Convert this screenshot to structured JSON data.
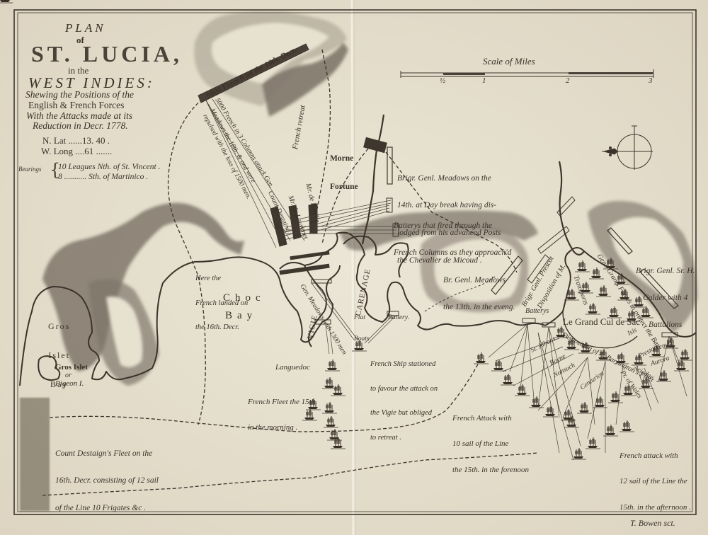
{
  "title": {
    "line1": "PLAN",
    "line2": "of",
    "line3": "ST. LUCIA,",
    "line4": "in the",
    "line5": "WEST INDIES:",
    "subtitle": [
      "Shewing the Positions of the",
      "English & French Forces",
      "With the Attacks made at its",
      "Reduction in Decr. 1778."
    ],
    "lat": "N. Lat ......13. 40 .",
    "long": "W. Long ....61 .......",
    "bearings_label": "Bearings",
    "bearings": [
      "10 Leagues Nth. of St. Vincent .",
      "8 ........... Sth. of Martinico ."
    ]
  },
  "scale": {
    "title": "Scale of Miles",
    "ticks": [
      "½",
      "1",
      "2",
      "3"
    ]
  },
  "places": {
    "morne_fortune": [
      "Morne",
      "Fortune"
    ],
    "gros_islet_bay": [
      "Gros",
      "Islet",
      "Bay"
    ],
    "gros_islet_pigeon": [
      "Gros Islet",
      "or",
      "Pigeon I."
    ],
    "choc_bay": [
      "Choc",
      "Bay"
    ],
    "carenage": "CARENAGE",
    "vigie": "VIGIE",
    "grand_cul_de_sac": "Le Grand Cul de Sac"
  },
  "annotations": {
    "french_9000": "9000 French on the 16th. Decr.",
    "french_retreat": "French retreat",
    "columns_attack": "5000 French in 3 Columns attack Gen.",
    "meadows_18": "Meadows the 18th. & and were",
    "repulsed": "repulsed with the loss of 1500 men.",
    "m_de_bouille": "Mr. de Bouille",
    "m_de_lauvenet": "Mr. de Lauvenet",
    "count_destaing": "Count Destaing",
    "meadows_14": [
      "Brigr. Genl. Meadows on the",
      "14th. at Day break having dis-",
      "lodged from his advanced Posts",
      "the Chevalier de Micoud ."
    ],
    "batterys_fired": [
      "Batterys that fired through the",
      "French Columns as they approach'd"
    ],
    "meadows_13": [
      "Br. Genl. Meadows",
      "the 13th. in the eveng."
    ],
    "here_landed": [
      "Here the",
      "French landed on",
      "the 16th. Decr."
    ],
    "gen_meadows_1300": "Gen. Meadows with 1300 men",
    "flat_boats": [
      "Flat",
      "Boats"
    ],
    "battery": "Battery.",
    "french_ship": [
      "French Ship stationed",
      "to favour the attack on",
      "the Vigie but obliged",
      "to retreat ."
    ],
    "languedoc": "Languedoc",
    "french_fleet_15": [
      "French Fleet the 15th.",
      "in the morning ."
    ],
    "destaing_fleet": [
      "Count Destaign's Fleet on the",
      "16th. Decr. consisting of 12 sail",
      "of the Line 10 Frigates &c ."
    ],
    "brig_prescot": "Brigr. Genl. Prescot",
    "disposition_m": "Disposition of M.",
    "batterys": "Batterys",
    "transports": "Transports",
    "gen_grant": "Genl. Grants Forces to protect the Bay",
    "calder": [
      "Brigr. Genl. Sr. H.",
      "Calder with 4",
      "Battalions"
    ],
    "barrington": "Disposition of A. Barrington's Fleet",
    "french_attack_10": [
      "French Attack with",
      "10 sail of the Line",
      "the 15th. in the forenoon"
    ],
    "french_attack_12": [
      "French attack with",
      "12 sail of the Line the",
      "15th. in the afternoon ."
    ]
  },
  "ships": {
    "st_albans": "St. Albans",
    "boyne": "Boyne",
    "nonsuch": "Nonsuch",
    "centurion": "Centurion",
    "isis": "Isis",
    "preston": "Preston",
    "prince_of_wales": "Pr. of Wales",
    "ariadne": "Ariadne",
    "aurora": "Aurora",
    "venus": "Venus"
  },
  "engraver": "T. Bowen sct.",
  "colors": {
    "paper": "#e7e1d0",
    "ink": "#3b3129",
    "hatch": "#6f655b"
  }
}
